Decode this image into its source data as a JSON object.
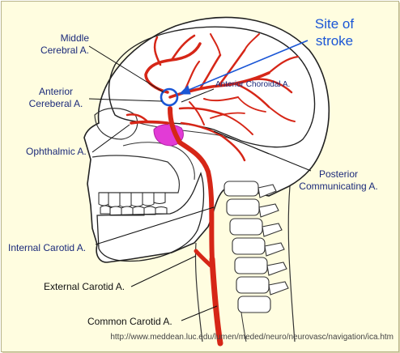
{
  "labels": {
    "site_of_stroke": [
      "Site of",
      "stroke"
    ],
    "middle_cerebral": [
      "Middle",
      "Cerebral A."
    ],
    "anterior_cerebral": [
      "Anterior",
      "Cereberal A."
    ],
    "anterior_choroidal": "Anterior Choroidal A.",
    "ophthalmic": "Ophthalmic A.",
    "posterior_communicating": [
      "Posterior",
      "Communicating A."
    ],
    "internal_carotid": "Internal Carotid A.",
    "external_carotid": "External Carotid A.",
    "common_carotid": "Common Carotid A."
  },
  "source_url": "http://www.meddean.luc.edu/lumen/meded/neuro/neurovasc/navigation/ica.htm",
  "colors": {
    "background": "#fffde0",
    "artery": "#d62617",
    "artery_outline": "#7a1a12",
    "label_text": "#1b2a7a",
    "stroke_marker": "#1a56d6",
    "pituitary": "#e23bd6"
  }
}
